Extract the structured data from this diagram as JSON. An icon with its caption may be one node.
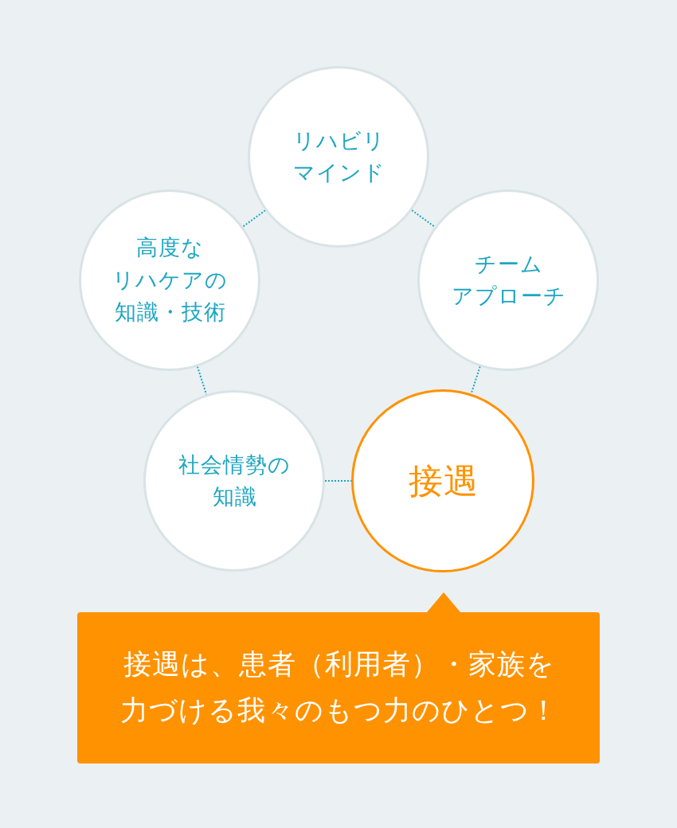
{
  "diagram": {
    "nodes": [
      {
        "text": [
          "リハビリマインド"
        ]
      },
      {
        "text": [
          "高度なリハケアの知識・技術"
        ]
      },
      {
        "text": [
          "チームアプローチ"
        ]
      },
      {
        "text": [
          "社会情勢の知識"
        ]
      },
      {
        "text": [
          "接遇"
        ]
      },
      {
        "text": [
          "接遇は、患者（利用者）・家族を力づける我々のもつ力のひとつ！"
        ]
      }
    ],
    "edges": [
      {
        "from": 0,
        "to": 1,
        "arrow": "none"
      },
      {
        "from": 0,
        "to": 2,
        "arrow": "none"
      },
      {
        "from": 1,
        "to": 3,
        "arrow": "none"
      },
      {
        "from": 2,
        "to": 4,
        "arrow": "none"
      },
      {
        "from": 3,
        "to": 4,
        "arrow": "none"
      }
    ]
  }
}
